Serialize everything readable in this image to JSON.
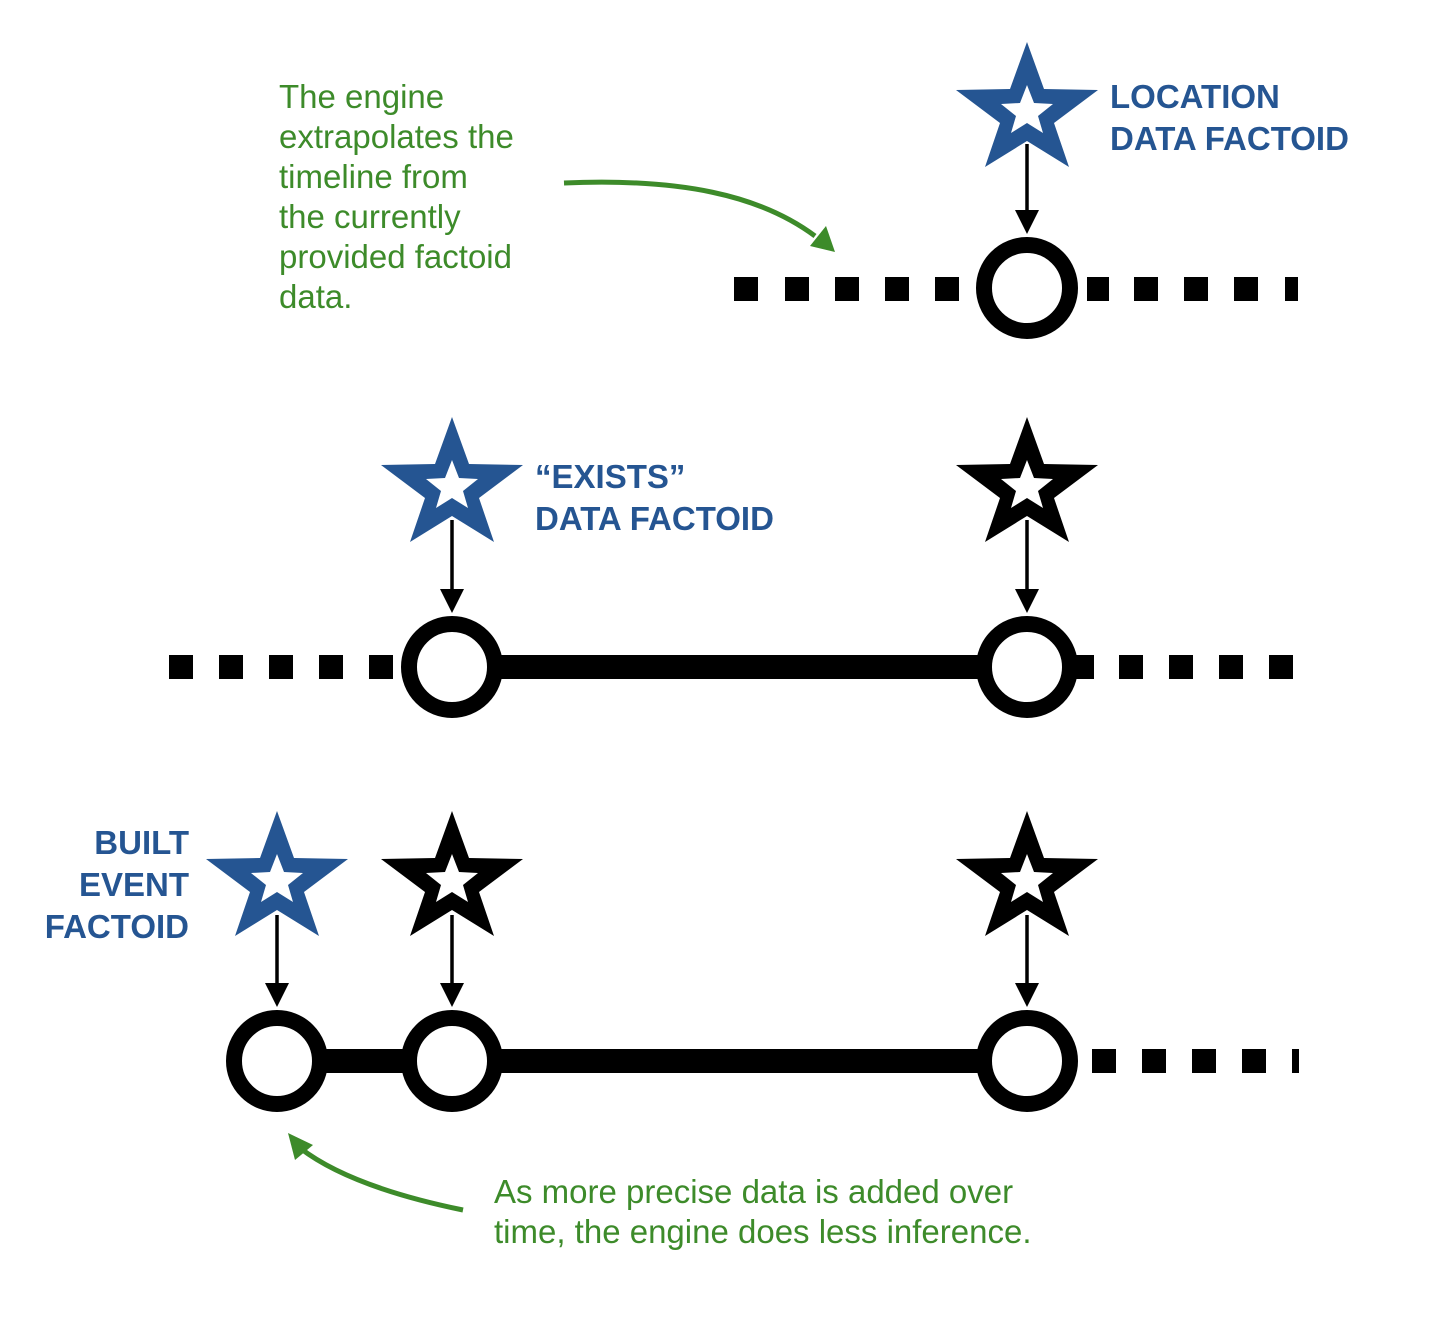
{
  "diagram": {
    "title": "Timeline inference from factoids",
    "colors": {
      "annotation": "#3d8b2a",
      "factoid_label": "#255592",
      "factoid_star": "#255592",
      "timeline": "#000000",
      "background": "#ffffff"
    },
    "annotations": {
      "top_note": "The engine\nextrapolates the\ntimeline from\nthe currently\nprovided factoid\ndata.",
      "bottom_note": "As more precise data is added over\ntime, the engine does less inference."
    },
    "rows": [
      {
        "id": "row-1",
        "new_factoid_label": "LOCATION\nDATA FACTOID",
        "events": [
          {
            "star": "star-blue-icon",
            "is_new": true
          }
        ],
        "segments": [
          "dotted",
          "event",
          "dotted"
        ]
      },
      {
        "id": "row-2",
        "new_factoid_label": "“EXISTS”\nDATA FACTOID",
        "events": [
          {
            "star": "star-blue-icon",
            "is_new": true
          },
          {
            "star": "star-black-icon",
            "is_new": false
          }
        ],
        "segments": [
          "dotted",
          "event",
          "solid",
          "event",
          "dotted"
        ]
      },
      {
        "id": "row-3",
        "new_factoid_label": "BUILT\nEVENT\nFACTOID",
        "events": [
          {
            "star": "star-blue-icon",
            "is_new": true
          },
          {
            "star": "star-black-icon",
            "is_new": false
          },
          {
            "star": "star-black-icon",
            "is_new": false
          }
        ],
        "segments": [
          "event",
          "solid",
          "event",
          "solid",
          "event",
          "dotted"
        ]
      }
    ]
  }
}
